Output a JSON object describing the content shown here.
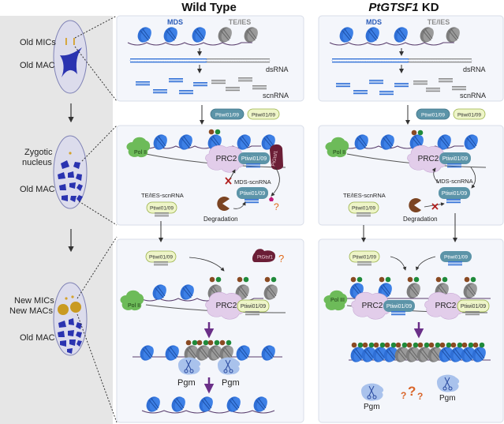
{
  "titles": {
    "wild_type": "Wild Type",
    "kd_italic": "PtGTSF1",
    "kd_suffix": " KD"
  },
  "left_panel": {
    "stage1": {
      "label_mic": "Old MICs",
      "label_mac": "Old MAC"
    },
    "stage2": {
      "label_zyg1": "Zygotic",
      "label_zyg2": "nucleus",
      "label_mac": "Old MAC"
    },
    "stage3": {
      "label_mic": "New MICs",
      "label_mac_new": "New MACs",
      "label_mac_old": "Old MAC"
    }
  },
  "top": {
    "mds": "MDS",
    "teies": "TE/IES",
    "dsrna": "dsRNA",
    "scnrna": "scnRNA"
  },
  "proteins": {
    "ptiwi": "Ptiwi01/09",
    "prc2": "PRC2",
    "pol2": "Pol II",
    "pol3": "Pol III",
    "ptgtsf1": "PtGtsf1",
    "pgm": "Pgm"
  },
  "middle": {
    "mds_scnrna": "MDS-scnRNA",
    "teies_scnrna": "TE/IES-scnRNA",
    "degradation": "Degradation",
    "question": "?"
  },
  "bottom": {
    "question_wt": "?",
    "questions_kd": [
      "?",
      "?",
      "?"
    ]
  },
  "colors": {
    "mds_blue": "#2f6fd6",
    "te_gray": "#8c8c8c",
    "prc2": "#e2cdea",
    "ptiwi_blue": "#5c94a8",
    "ptiwi_green": "#eef5c8",
    "ptgtsf1": "#6b1e36",
    "pol": "#6dbb59",
    "pgm": "#a9c2ec",
    "degradation": "#7b4422",
    "arrow_purple": "#6a2f88",
    "question": "#e06a1a",
    "mac_blue": "#2a33b0",
    "mic_gold": "#d4a12a",
    "panel_bg": "#f4f6fb",
    "left_bg": "#e6e6e6"
  }
}
